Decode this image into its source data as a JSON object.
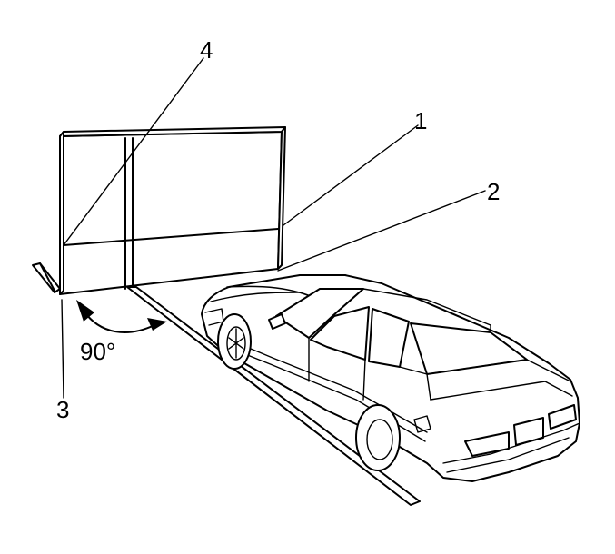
{
  "callouts": [
    {
      "id": "1",
      "label": "1"
    },
    {
      "id": "2",
      "label": "2"
    },
    {
      "id": "3",
      "label": "3"
    },
    {
      "id": "4",
      "label": "4"
    }
  ],
  "angle_label": "90°"
}
